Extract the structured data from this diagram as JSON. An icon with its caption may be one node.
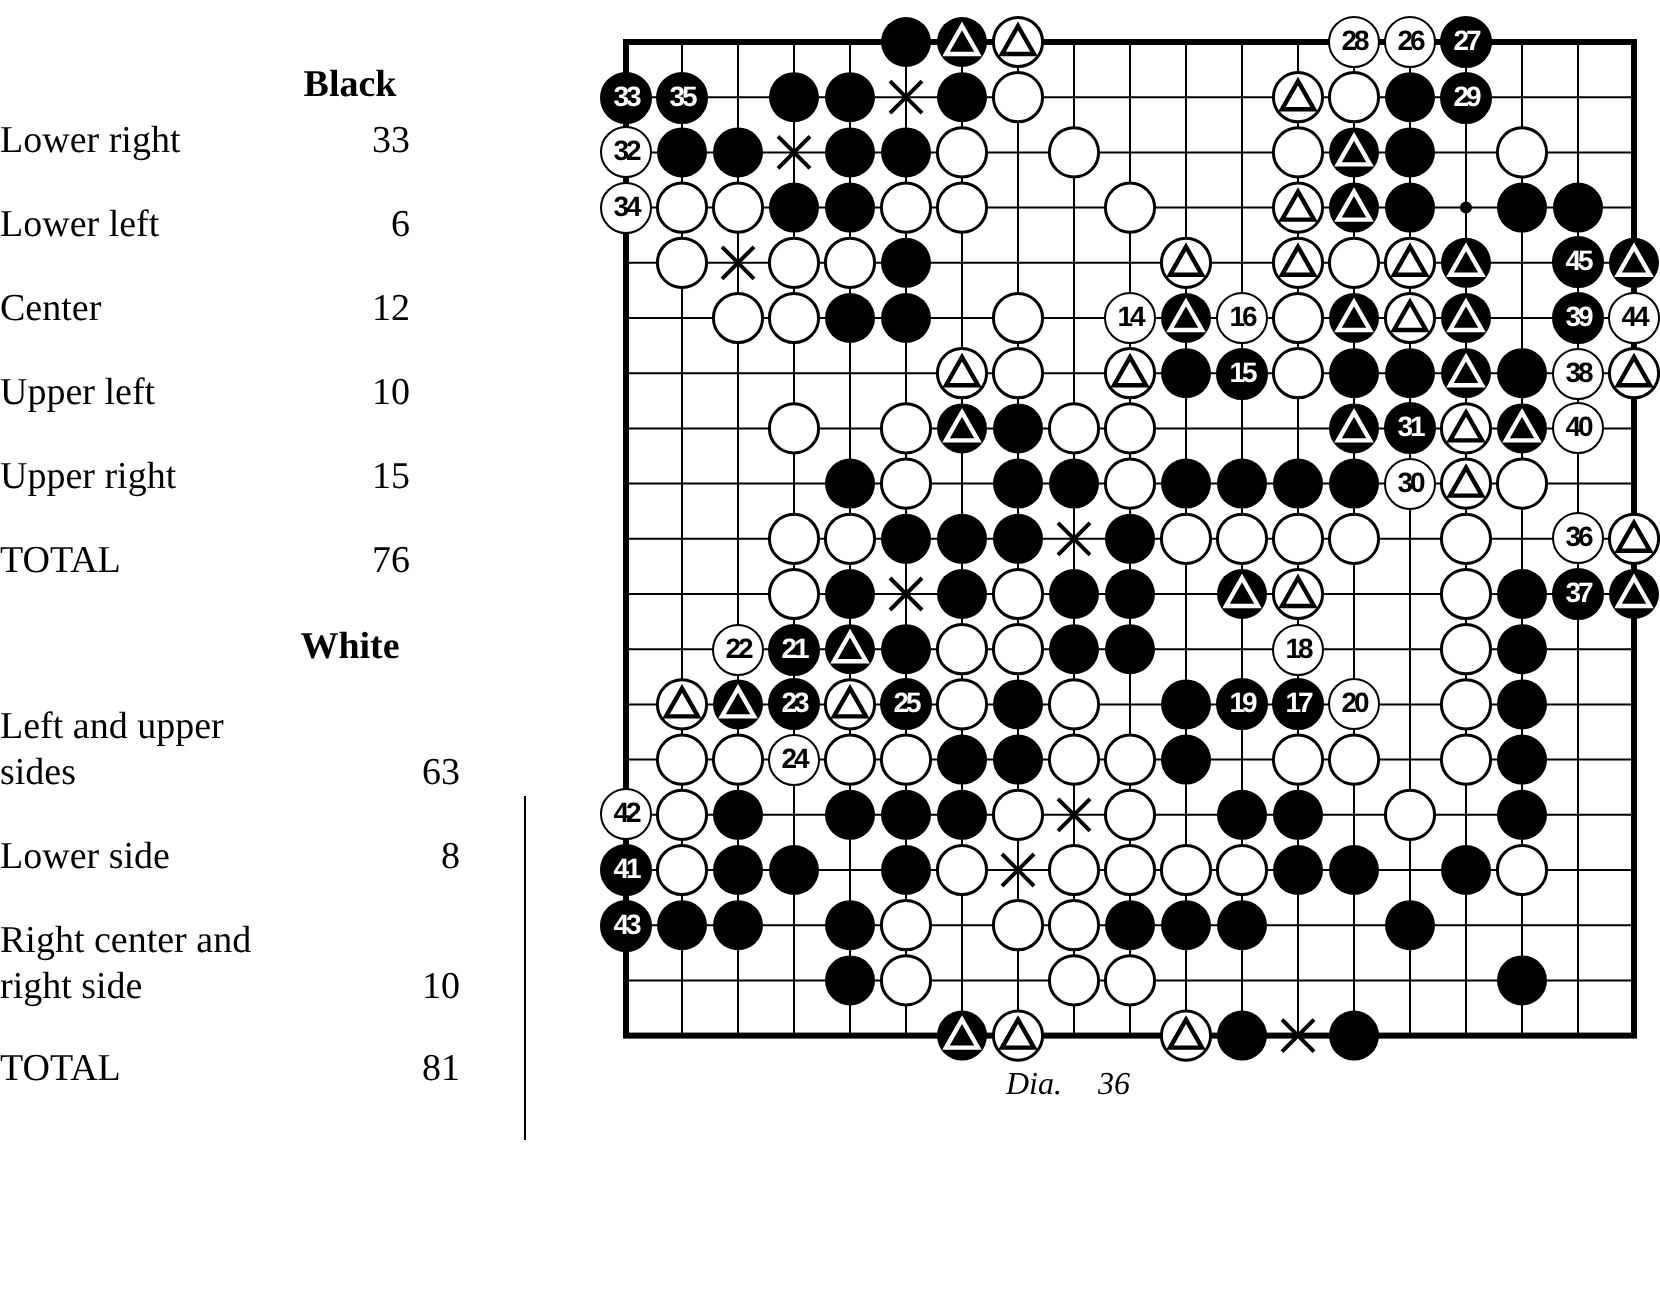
{
  "diagram": {
    "caption": "Dia. 36",
    "labels": [
      "Black",
      "Lower right",
      "33",
      "Lower left",
      "6",
      "Center",
      "12",
      "Upper left",
      "10",
      "Upper right",
      "15",
      "TOTAL",
      "76",
      "White",
      "Left and upper sides",
      "63",
      "Lower side",
      "8",
      "Right center and right side",
      "10",
      "TOTAL",
      "81",
      "28",
      "26",
      "27",
      "33",
      "35",
      "29",
      "32",
      "34",
      "45",
      "14",
      "16",
      "39",
      "44",
      "15",
      "38",
      "31",
      "40",
      "30",
      "36",
      "37",
      "22",
      "21",
      "18",
      "23",
      "25",
      "19",
      "17",
      "20",
      "24",
      "42",
      "41",
      "43"
    ]
  }
}
